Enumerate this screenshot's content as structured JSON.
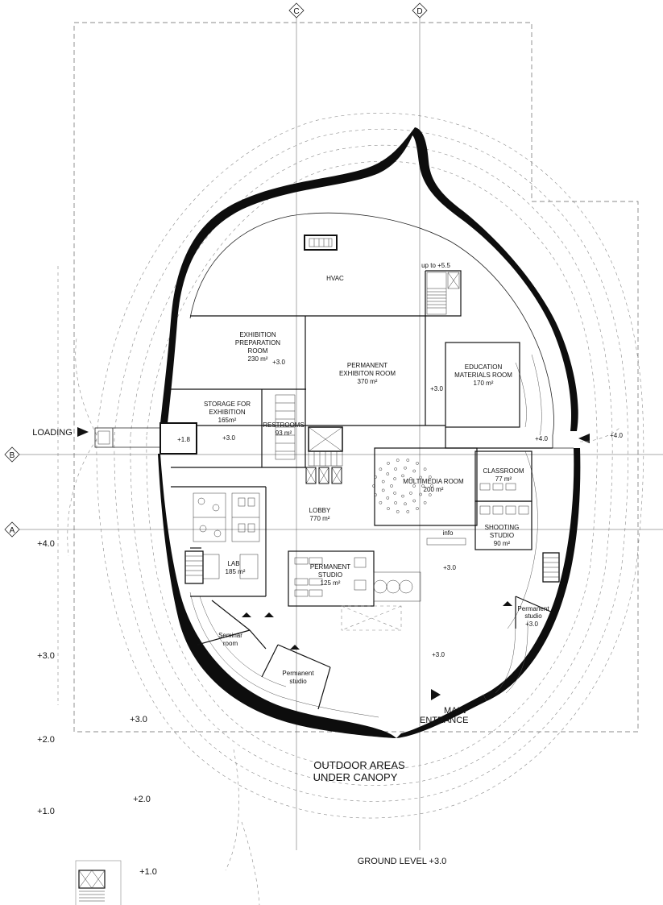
{
  "grid_axes": {
    "c": "C",
    "d": "D",
    "b": "B",
    "a": "A"
  },
  "rooms": {
    "hvac": "HVAC",
    "up_to": "up to +5.5",
    "expo_prep_1": "EXHIBITION",
    "expo_prep_2": "PREPARATION",
    "expo_prep_3": "ROOM",
    "expo_prep_area": "230 m²",
    "perm_exh_1": "PERMANENT",
    "perm_exh_2": "EXHIBITON ROOM",
    "perm_exh_area": "370 m²",
    "edu_1": "EDUCATION",
    "edu_2": "MATERIALS ROOM",
    "edu_area": "170 m²",
    "storage_1": "STORAGE FOR",
    "storage_2": "EXHIBITION",
    "storage_area": "165m²",
    "restrooms": "RESTROOMS",
    "restrooms_area": "93 m²",
    "multimedia": "MULTIMEDIA ROOM",
    "multimedia_area": "200 m²",
    "classroom": "CLASSROOM",
    "classroom_area": "77 m²",
    "lobby": "LOBBY",
    "lobby_area": "770 m²",
    "shooting_1": "SHOOTING",
    "shooting_2": "STUDIO",
    "shooting_area": "90 m²",
    "info": "info",
    "lab": "LAB",
    "lab_area": "185 m²",
    "perm_studio_1": "PERMANENT",
    "perm_studio_2": "STUDIO",
    "perm_studio_area": "125 m²",
    "seminar_1": "Seminar",
    "seminar_2": "room",
    "perm_small_1": "Permanent",
    "perm_small_2": "studio",
    "perm_right_1": "Permanent",
    "perm_right_2": "studio"
  },
  "levels": {
    "plus_3_0": "+3.0",
    "plus_4_0": "+4.0",
    "plus_1_8": "+1.8",
    "plus_2_0": "+2.0",
    "plus_1_0": "+1.0"
  },
  "labels": {
    "loading": "LOADING",
    "main_1": "MAIN",
    "main_2": "ENTRANCE",
    "outdoor_1": "OUTDOOR AREAS",
    "outdoor_2": "UNDER CANOPY",
    "ground": "GROUND LEVEL +3.0"
  }
}
